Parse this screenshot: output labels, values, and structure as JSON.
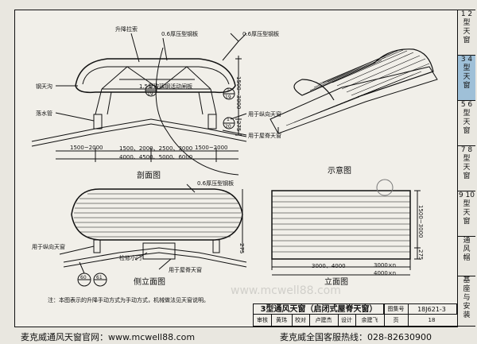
{
  "sidebar": {
    "tabs": [
      {
        "num": "1 2",
        "label": "型天窗",
        "active": false
      },
      {
        "num": "3 4",
        "label": "型天窗",
        "active": true
      },
      {
        "num": "5 6",
        "label": "型天窗",
        "active": false
      },
      {
        "num": "7 8",
        "label": "型天窗",
        "active": false
      },
      {
        "num": "9 10",
        "label": "型天窗",
        "active": false
      },
      {
        "num": "",
        "label": "通风帽",
        "active": false
      },
      {
        "num": "",
        "label": "基座与安装",
        "active": false
      }
    ]
  },
  "section": {
    "labels": {
      "lift_rod": "升降拉索",
      "steel_06": "0.6厚压型钢板",
      "steel_06b": "0.6厚压型钢板",
      "glass_panel": "1.5厚玻璃钢活动闸板",
      "gutter": "钢天沟",
      "drain": "落水管",
      "longitudinal": "用于纵向天窗",
      "ridge": "用于屋脊天窗",
      "dim_1": "1500~2000",
      "dim_2": "1500、2000、2500、3000",
      "dim_3": "4000、4500、5000、6000",
      "dim_4": "1500~2000",
      "dim_h": "1500~3000",
      "dim_h2": "275"
    },
    "caption": "剖面图",
    "callouts": [
      "1",
      "19",
      "1",
      "19",
      "1",
      "20"
    ]
  },
  "schematic": {
    "caption": "示意图"
  },
  "side_elevation": {
    "caption": "侧立面图",
    "labels": {
      "steel_06": "0.6厚压型钢板",
      "longitudinal": "用于纵向天窗",
      "hatch": "检修小门",
      "ridge": "用于屋脊天窗",
      "dim_275": "275"
    },
    "callouts": [
      "60",
      "61"
    ]
  },
  "elevation": {
    "caption": "立面图",
    "labels": {
      "dim_a": "3000、4000",
      "dim_b": "3000×n",
      "dim_c": "4000×n",
      "dim_h": "1500~3000",
      "dim_275": "275"
    }
  },
  "note": "注：本图表示的升降手动方式为手动方式，机械做法见天窗说明。",
  "titleblock": {
    "title": "3型通风天窗（启闭式屋脊天窗）",
    "code_label": "图集号",
    "code": "18J621-3",
    "row": [
      "审核",
      "黄玮",
      "校对",
      "卢建杰",
      "设计",
      "余建飞",
      "页",
      "18"
    ]
  },
  "footer": {
    "left": "麦克威通风天窗官网：www.mcwell88.com",
    "right": "麦克威全国客服热线：028-82630900"
  },
  "watermark": "www.mcwell88.com"
}
